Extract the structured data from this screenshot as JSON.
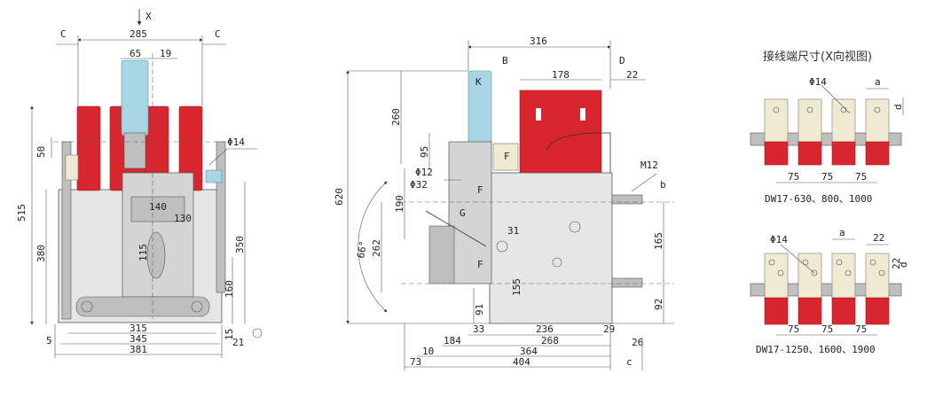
{
  "front_view": {
    "view_marker": "X",
    "top_dims": [
      "C",
      "285",
      "C"
    ],
    "pole_dims": [
      "65",
      "19"
    ],
    "left_dims": [
      "515",
      "380",
      "50"
    ],
    "inner_dims": [
      "140",
      "130",
      "115"
    ],
    "right_dims": [
      "350",
      "160",
      "15"
    ],
    "phi_label": "Φ14",
    "bottom_dims": [
      "5",
      "315",
      "345",
      "381",
      "21"
    ]
  },
  "side_view": {
    "top_dims": [
      "316",
      "B",
      "D",
      "178",
      "22"
    ],
    "left_dims": [
      "620",
      "260",
      "95",
      "190",
      "262",
      "91"
    ],
    "angle": "66°",
    "phi_labels": [
      "Φ12",
      "Φ32"
    ],
    "letters": [
      "K",
      "F",
      "F",
      "G",
      "F"
    ],
    "mid_dims": [
      "31",
      "155"
    ],
    "right_label": "M12",
    "right_dims": [
      "b",
      "165",
      "92"
    ],
    "bottom_dims": [
      "33",
      "184",
      "236",
      "29",
      "268",
      "26",
      "10",
      "364",
      "73",
      "404",
      "c"
    ]
  },
  "terminals": {
    "title": "接线端尺寸(X向视图)",
    "top": {
      "phi": "Φ14",
      "dims": [
        "a",
        "d",
        "75",
        "75",
        "75"
      ],
      "caption": "DW17-630、800、1000"
    },
    "bottom": {
      "phi": "Φ14",
      "dims": [
        "a",
        "22",
        "22",
        "d",
        "75",
        "75",
        "75"
      ],
      "caption": "DW17-1250、1600、1900"
    }
  },
  "colors": {
    "busbar": "#d8262e",
    "insulator": "#f1ead2",
    "handle": "#a9d6e5",
    "body": "#e6e6e6"
  }
}
